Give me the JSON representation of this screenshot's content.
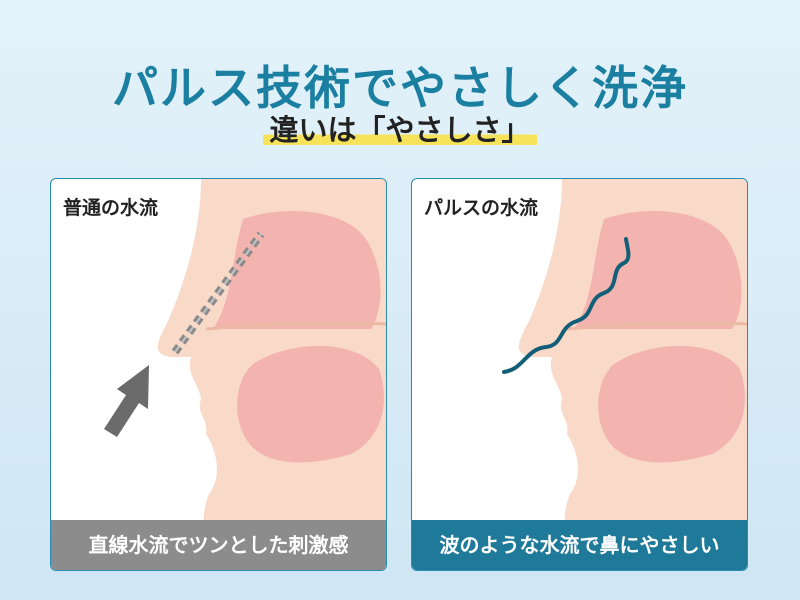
{
  "title": "パルス技術でやさしく洗浄",
  "subtitle": "違いは「やさしさ」",
  "panels": [
    {
      "label": "普通の水流",
      "caption": "直線水流でツンとした刺激感",
      "caption_color": "#8c8c8c",
      "flow_type": "straight-dashed-line",
      "arrow_color": "#6b6b6b"
    },
    {
      "label": "パルスの水流",
      "caption": "波のような水流で鼻にやさしい",
      "caption_color": "#1f7a9a",
      "flow_type": "wave",
      "wave_color": "#145f78"
    }
  ],
  "colors": {
    "title": "#1a7fa0",
    "highlight": "#f6e35a",
    "skin": "#f9d9c8",
    "cavity": "#f3b4b0",
    "outline": "#ecb9a4",
    "panel_border": "#2a8bb0"
  }
}
